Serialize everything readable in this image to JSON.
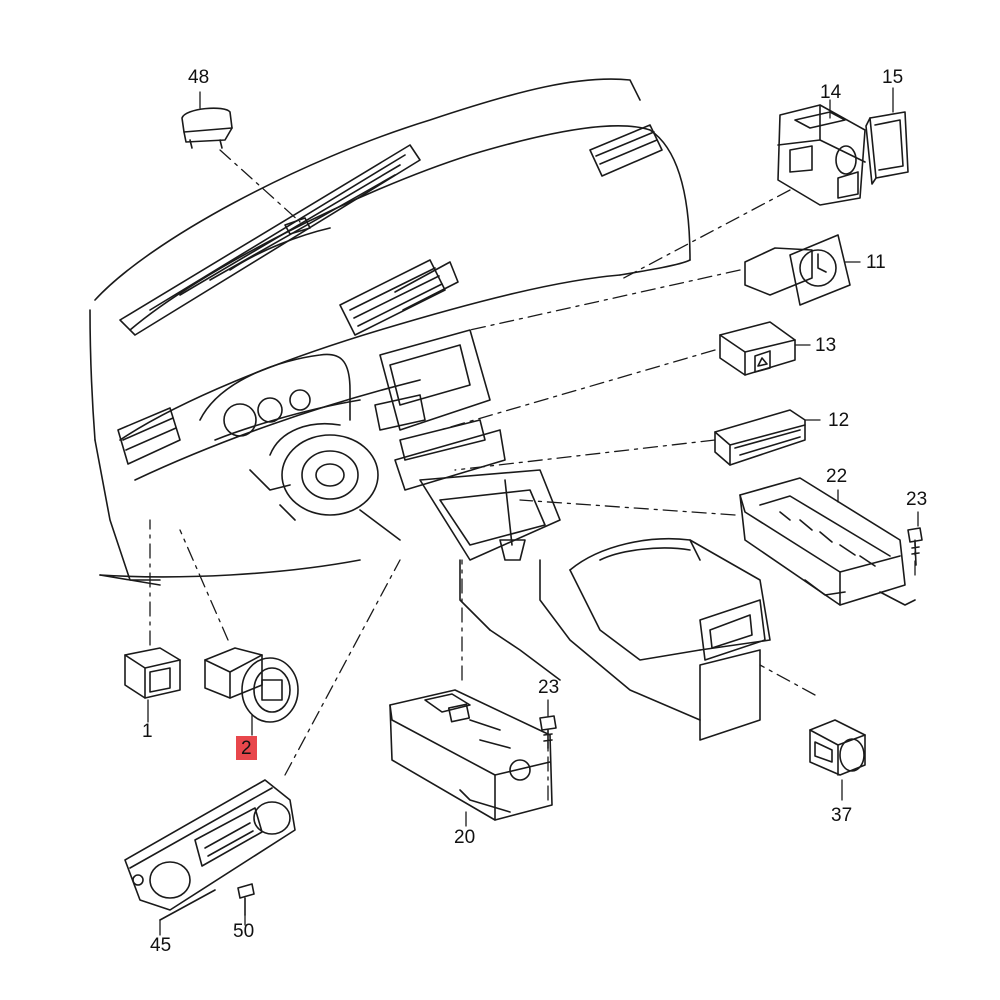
{
  "diagram": {
    "highlight_color": "#e8474c",
    "callouts": [
      {
        "id": "48",
        "label": "48",
        "part": "switch-module"
      },
      {
        "id": "14",
        "label": "14",
        "part": "switch-with-rotary-knob"
      },
      {
        "id": "15",
        "label": "15",
        "part": "blank-cover"
      },
      {
        "id": "11",
        "label": "11",
        "part": "clock"
      },
      {
        "id": "13",
        "label": "13",
        "part": "hazard-warning-switch"
      },
      {
        "id": "12",
        "label": "12",
        "part": "switch-bar"
      },
      {
        "id": "22",
        "label": "22",
        "part": "console-switch-module"
      },
      {
        "id": "23a",
        "label": "23",
        "part": "screw"
      },
      {
        "id": "23b",
        "label": "23",
        "part": "screw"
      },
      {
        "id": "1",
        "label": "1",
        "part": "small-switch"
      },
      {
        "id": "2",
        "label": "2",
        "part": "light-switch",
        "highlighted": true
      },
      {
        "id": "20",
        "label": "20",
        "part": "center-console-switch-module"
      },
      {
        "id": "37",
        "label": "37",
        "part": "rear-rotary-control"
      },
      {
        "id": "45",
        "label": "45",
        "part": "climate-control-unit"
      },
      {
        "id": "50",
        "label": "50",
        "part": "screw"
      }
    ]
  }
}
